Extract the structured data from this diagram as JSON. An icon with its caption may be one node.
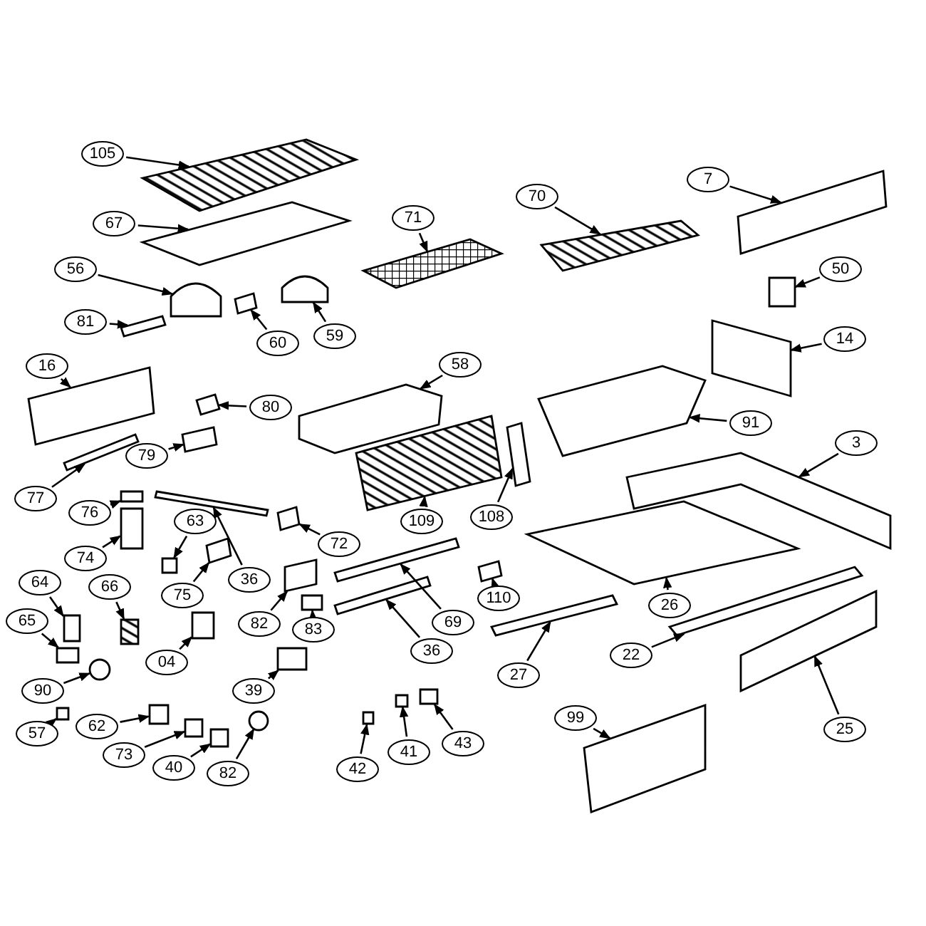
{
  "diagram": {
    "nodes": [
      {
        "text": [
          "105"
        ]
      },
      {
        "text": [
          "67"
        ]
      },
      {
        "text": [
          "71"
        ]
      },
      {
        "text": [
          "70"
        ]
      },
      {
        "text": [
          "7"
        ]
      },
      {
        "text": [
          "56"
        ]
      },
      {
        "text": [
          "50"
        ]
      },
      {
        "text": [
          "81"
        ]
      },
      {
        "text": [
          "60"
        ]
      },
      {
        "text": [
          "59"
        ]
      },
      {
        "text": [
          "14"
        ]
      },
      {
        "text": [
          "16"
        ]
      },
      {
        "text": [
          "58"
        ]
      },
      {
        "text": [
          "80"
        ]
      },
      {
        "text": [
          "91"
        ]
      },
      {
        "text": [
          "3"
        ]
      },
      {
        "text": [
          "79"
        ]
      },
      {
        "text": [
          "77"
        ]
      },
      {
        "text": [
          "76"
        ]
      },
      {
        "text": [
          "63"
        ]
      },
      {
        "text": [
          "109"
        ]
      },
      {
        "text": [
          "108"
        ]
      },
      {
        "text": [
          "72"
        ]
      },
      {
        "text": [
          "74"
        ]
      },
      {
        "text": [
          "26"
        ]
      },
      {
        "text": [
          "36"
        ]
      },
      {
        "text": [
          "64"
        ]
      },
      {
        "text": [
          "66"
        ]
      },
      {
        "text": [
          "75"
        ]
      },
      {
        "text": [
          "110"
        ]
      },
      {
        "text": [
          "65"
        ]
      },
      {
        "text": [
          "82"
        ]
      },
      {
        "text": [
          "83"
        ]
      },
      {
        "text": [
          "69"
        ]
      },
      {
        "text": [
          "36"
        ]
      },
      {
        "text": [
          "04"
        ]
      },
      {
        "text": [
          "22"
        ]
      },
      {
        "text": [
          "27"
        ]
      },
      {
        "text": [
          "39"
        ]
      },
      {
        "text": [
          "90"
        ]
      },
      {
        "text": [
          "62"
        ]
      },
      {
        "text": [
          "99"
        ]
      },
      {
        "text": [
          "25"
        ]
      },
      {
        "text": [
          "57"
        ]
      },
      {
        "text": [
          "73"
        ]
      },
      {
        "text": [
          "41"
        ]
      },
      {
        "text": [
          "43"
        ]
      },
      {
        "text": [
          "40"
        ]
      },
      {
        "text": [
          "42"
        ]
      },
      {
        "text": [
          "82"
        ]
      },
      {
        "text": [],
        "shape": "box"
      },
      {
        "text": [],
        "shape": "box"
      },
      {
        "text": [],
        "shape": "box"
      },
      {
        "text": [],
        "shape": "box"
      },
      {
        "text": [],
        "shape": "box"
      },
      {
        "text": [],
        "shape": "box"
      },
      {
        "text": [],
        "shape": "box"
      },
      {
        "text": [],
        "shape": "box"
      },
      {
        "text": [],
        "shape": "box"
      },
      {
        "text": [],
        "shape": "box"
      },
      {
        "text": [],
        "shape": "box"
      },
      {
        "text": [],
        "shape": "box"
      },
      {
        "text": [],
        "shape": "box"
      },
      {
        "text": [],
        "shape": "box"
      },
      {
        "text": [],
        "shape": "box"
      },
      {
        "text": [],
        "shape": "box"
      },
      {
        "text": [],
        "shape": "box"
      },
      {
        "text": [],
        "shape": "box"
      },
      {
        "text": [],
        "shape": "box"
      },
      {
        "text": [],
        "shape": "box"
      },
      {
        "text": [],
        "shape": "box"
      },
      {
        "text": [],
        "shape": "box"
      },
      {
        "text": [],
        "shape": "box"
      },
      {
        "text": [],
        "shape": "box"
      },
      {
        "text": [],
        "shape": "box"
      },
      {
        "text": [],
        "shape": "box"
      },
      {
        "text": [],
        "shape": "box"
      },
      {
        "text": [],
        "shape": "box"
      },
      {
        "text": [],
        "shape": "box"
      },
      {
        "text": [],
        "shape": "box"
      },
      {
        "text": [],
        "shape": "box"
      },
      {
        "text": [],
        "shape": "box"
      },
      {
        "text": [],
        "shape": "box"
      },
      {
        "text": [],
        "shape": "box"
      },
      {
        "text": [],
        "shape": "box"
      },
      {
        "text": [],
        "shape": "box"
      },
      {
        "text": [],
        "shape": "box"
      },
      {
        "text": [],
        "shape": "box"
      },
      {
        "text": [],
        "shape": "box"
      },
      {
        "text": [],
        "shape": "circle"
      },
      {
        "text": [],
        "shape": "box"
      },
      {
        "text": [],
        "shape": "box"
      },
      {
        "text": [],
        "shape": "box"
      },
      {
        "text": [],
        "shape": "box"
      },
      {
        "text": [],
        "shape": "box"
      },
      {
        "text": [],
        "shape": "box"
      },
      {
        "text": [],
        "shape": "box"
      },
      {
        "text": [],
        "shape": "box"
      },
      {
        "text": [],
        "shape": "box"
      },
      {
        "text": [],
        "shape": "circle"
      }
    ],
    "edges": [
      {
        "from": 0,
        "to": 50,
        "arrow": "to"
      },
      {
        "from": 1,
        "to": 51,
        "arrow": "to"
      },
      {
        "from": 2,
        "to": 52,
        "arrow": "to"
      },
      {
        "from": 3,
        "to": 53,
        "arrow": "to"
      },
      {
        "from": 4,
        "to": 54,
        "arrow": "to"
      },
      {
        "from": 5,
        "to": 55,
        "arrow": "to"
      },
      {
        "from": 6,
        "to": 56,
        "arrow": "to"
      },
      {
        "from": 7,
        "to": 57,
        "arrow": "to"
      },
      {
        "from": 8,
        "to": 58,
        "arrow": "to"
      },
      {
        "from": 9,
        "to": 59,
        "arrow": "to"
      },
      {
        "from": 10,
        "to": 60,
        "arrow": "to"
      },
      {
        "from": 11,
        "to": 61,
        "arrow": "to"
      },
      {
        "from": 12,
        "to": 62,
        "arrow": "to"
      },
      {
        "from": 13,
        "to": 63,
        "arrow": "to"
      },
      {
        "from": 14,
        "to": 64,
        "arrow": "to"
      },
      {
        "from": 15,
        "to": 65,
        "arrow": "to"
      },
      {
        "from": 16,
        "to": 66,
        "arrow": "to"
      },
      {
        "from": 17,
        "to": 67,
        "arrow": "to"
      },
      {
        "from": 18,
        "to": 68,
        "arrow": "to"
      },
      {
        "from": 19,
        "to": 69,
        "arrow": "to"
      },
      {
        "from": 20,
        "to": 70,
        "arrow": "to"
      },
      {
        "from": 21,
        "to": 71,
        "arrow": "to"
      },
      {
        "from": 22,
        "to": 72,
        "arrow": "to"
      },
      {
        "from": 23,
        "to": 73,
        "arrow": "to"
      },
      {
        "from": 24,
        "to": 74,
        "arrow": "to"
      },
      {
        "from": 25,
        "to": 75,
        "arrow": "to"
      },
      {
        "from": 26,
        "to": 76,
        "arrow": "to"
      },
      {
        "from": 27,
        "to": 77,
        "arrow": "to"
      },
      {
        "from": 28,
        "to": 78,
        "arrow": "to"
      },
      {
        "from": 29,
        "to": 79,
        "arrow": "to"
      },
      {
        "from": 30,
        "to": 80,
        "arrow": "to"
      },
      {
        "from": 31,
        "to": 81,
        "arrow": "to"
      },
      {
        "from": 32,
        "to": 82,
        "arrow": "to"
      },
      {
        "from": 33,
        "to": 83,
        "arrow": "to"
      },
      {
        "from": 34,
        "to": 84,
        "arrow": "to"
      },
      {
        "from": 35,
        "to": 85,
        "arrow": "to"
      },
      {
        "from": 36,
        "to": 86,
        "arrow": "to"
      },
      {
        "from": 37,
        "to": 87,
        "arrow": "to"
      },
      {
        "from": 38,
        "to": 88,
        "arrow": "to"
      },
      {
        "from": 39,
        "to": 89,
        "arrow": "to"
      },
      {
        "from": 40,
        "to": 90,
        "arrow": "to"
      },
      {
        "from": 41,
        "to": 91,
        "arrow": "to"
      },
      {
        "from": 42,
        "to": 92,
        "arrow": "to"
      },
      {
        "from": 43,
        "to": 93,
        "arrow": "to"
      },
      {
        "from": 44,
        "to": 94,
        "arrow": "to"
      },
      {
        "from": 45,
        "to": 95,
        "arrow": "to"
      },
      {
        "from": 46,
        "to": 96,
        "arrow": "to"
      },
      {
        "from": 47,
        "to": 97,
        "arrow": "to"
      },
      {
        "from": 48,
        "to": 98,
        "arrow": "to"
      },
      {
        "from": 49,
        "to": 99,
        "arrow": "to"
      }
    ]
  }
}
